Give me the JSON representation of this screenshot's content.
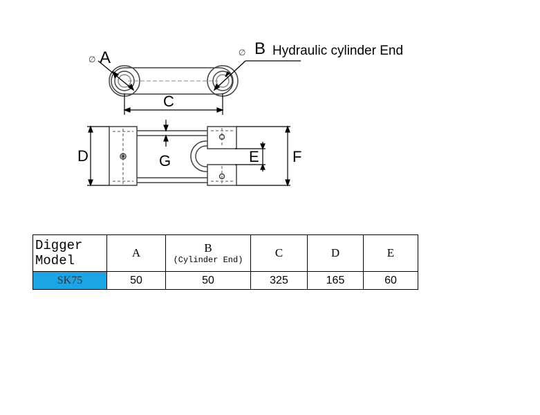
{
  "labels": {
    "phi": "∅",
    "a": "A",
    "b_letter": "B",
    "b_text": "Hydraulic cylinder End",
    "c": "C",
    "d": "D",
    "e": "E",
    "f": "F",
    "g": "G"
  },
  "table": {
    "headers": {
      "col0_line1": "Digger",
      "col0_line2": "Model",
      "a": "A",
      "b": "B",
      "b_sub": "(Cylinder End)",
      "c": "C",
      "d": "D",
      "e": "E"
    },
    "row": {
      "model": "SK75",
      "a": "50",
      "b": "50",
      "c": "325",
      "d": "165",
      "e": "60"
    }
  },
  "colors": {
    "highlight": "#1ba4e6",
    "line": "#000000",
    "part_stroke": "#444444"
  }
}
